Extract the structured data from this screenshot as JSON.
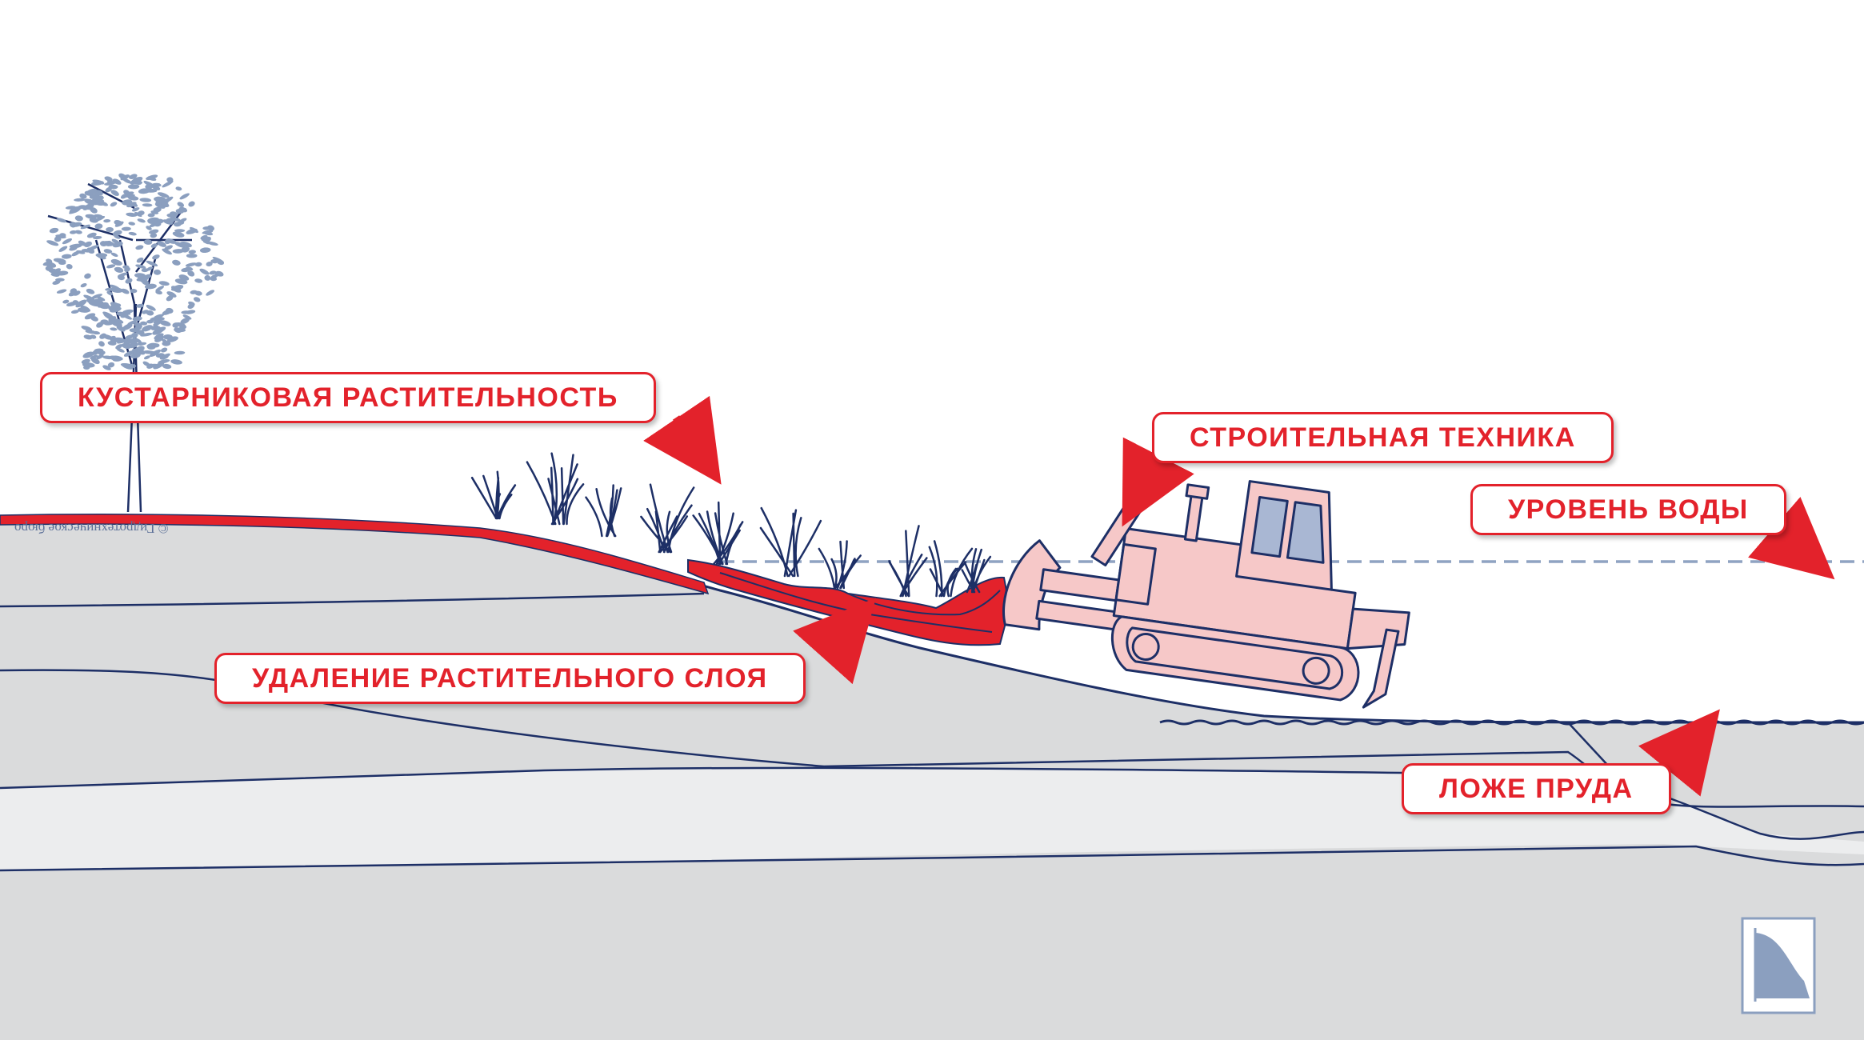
{
  "labels": {
    "shrubs": "КУСТАРНИКОВАЯ РАСТИТЕЛЬНОСТЬ",
    "machinery": "СТРОИТЕЛЬНАЯ ТЕХНИКА",
    "water_level": "УРОВЕНЬ ВОДЫ",
    "topsoil_removal": "УДАЛЕНИЕ РАСТИТЕЛЬНОГО СЛОЯ",
    "pond_bed": "ЛОЖЕ ПРУДА"
  },
  "watermark": "© Гидротехническое бюро",
  "colors": {
    "accent_red": "#e3222b",
    "outline_navy": "#1d2f66",
    "soil_gray": "#dadbdc",
    "soil_light": "#ecedee",
    "water_line": "#8fa3c2",
    "bulldozer_fill": "#f6c8c8",
    "cab_glass": "#a9b7d3",
    "foliage": "#8b9fbf"
  },
  "icons": {
    "logo": "slope-logo-icon"
  }
}
